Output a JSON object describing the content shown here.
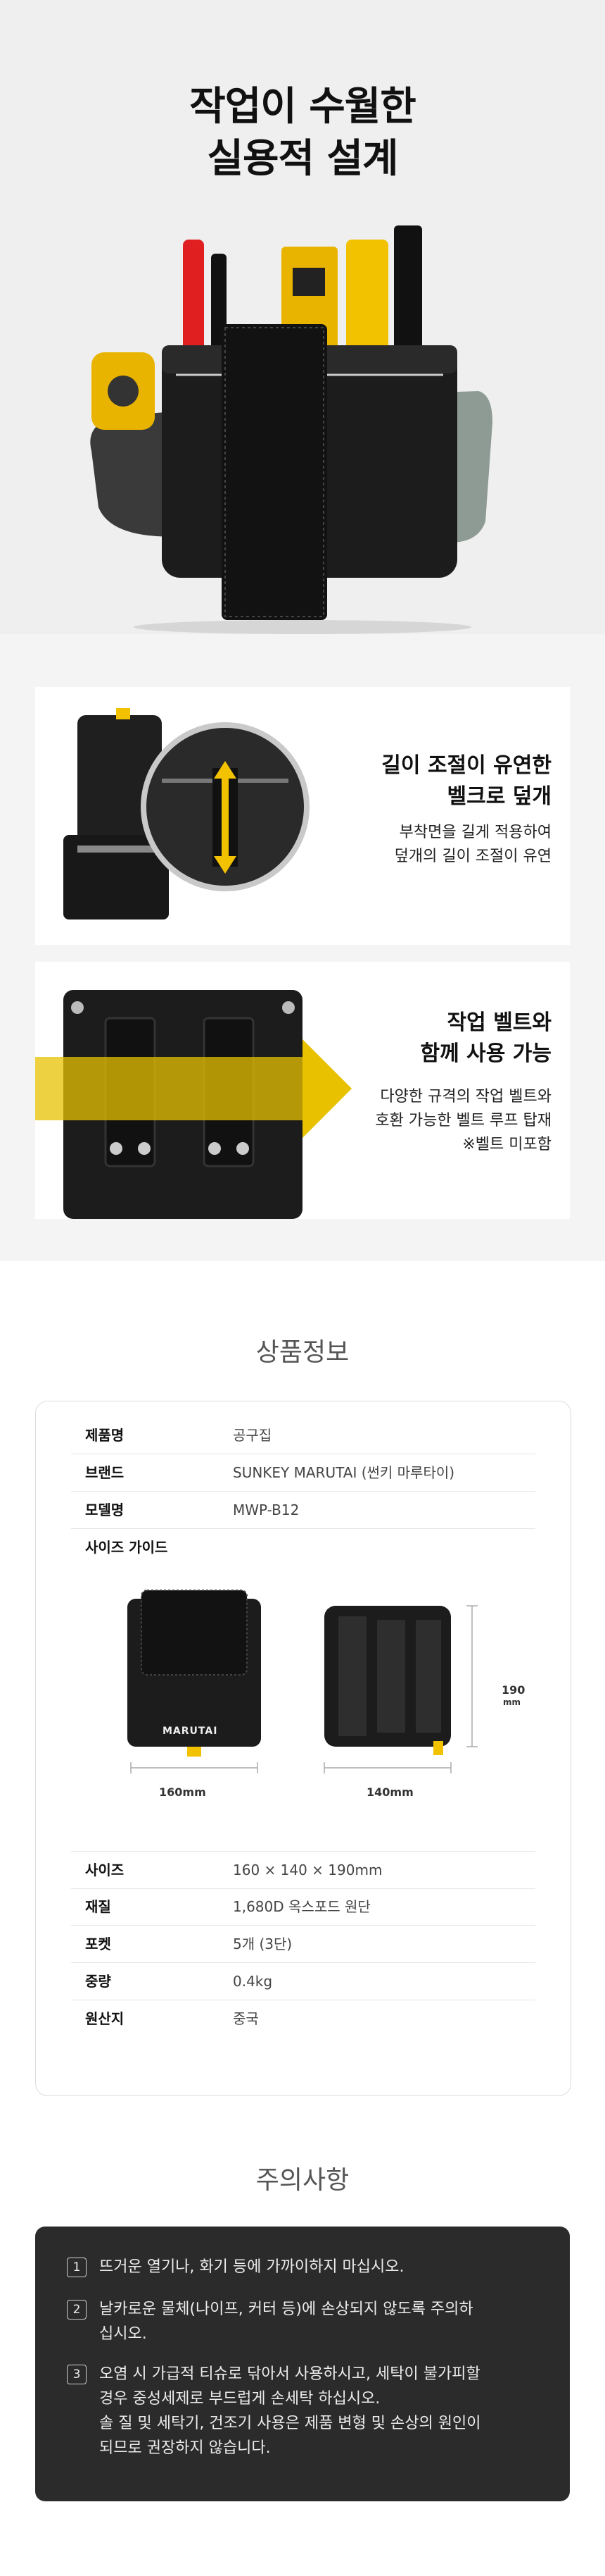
{
  "hero": {
    "title_line1": "작업이 수월한",
    "title_line2": "실용적 설계"
  },
  "features": [
    {
      "title_line1": "길이 조절이 유연한",
      "title_line2": "벨크로 덮개",
      "desc_line1": "부착면을 길게 적용하여",
      "desc_line2": "덮개의 길이 조절이 유연"
    },
    {
      "title_line1": "작업 벨트와",
      "title_line2": "함께 사용 가능",
      "desc_line1": "다양한 규격의 작업 벨트와",
      "desc_line2": "호환 가능한 벨트 루프 탑재",
      "desc_line3": "※벨트 미포함"
    }
  ],
  "product_info": {
    "title": "상품정보",
    "rows_top": [
      {
        "label": "제품명",
        "value": "공구집"
      },
      {
        "label": "브랜드",
        "value": "SUNKEY MARUTAI (썬키 마루타이)"
      },
      {
        "label": "모델명",
        "value": "MWP-B12"
      }
    ],
    "size_guide_label": "사이즈 가이드",
    "size_guide": {
      "brand_label": "MARUTAI",
      "width": "160mm",
      "depth": "140mm",
      "height_value": "190",
      "height_unit": "mm"
    },
    "rows_bottom": [
      {
        "label": "사이즈",
        "value": "160 × 140 × 190mm"
      },
      {
        "label": "재질",
        "value": "1,680D 옥스포드 원단"
      },
      {
        "label": "포켓",
        "value": "5개 (3단)"
      },
      {
        "label": "중량",
        "value": "0.4kg"
      },
      {
        "label": "원산지",
        "value": "중국"
      }
    ]
  },
  "caution": {
    "title": "주의사항",
    "items": [
      {
        "num": "1",
        "line1": "뜨거운 열기나, 화기 등에 가까이하지 마십시오."
      },
      {
        "num": "2",
        "line1": "날카로운 물체(나이프, 커터 등)에 손상되지 않도록 주의하",
        "line2": "십시오."
      },
      {
        "num": "3",
        "line1": "오염 시 가급적 티슈로 닦아서 사용하시고, 세탁이 불가피할",
        "line2": "경우 중성세제로 부드럽게 손세탁 하십시오.",
        "line3": "솔 질 및  세탁기, 건조기 사용은 제품 변형 및 손상의 원인이",
        "line4": "되므로 권장하지 않습니다."
      }
    ]
  },
  "colors": {
    "accent_yellow": "#f2c200",
    "pouch_black": "#1c1c1c",
    "caution_bg": "#2b2b2b"
  }
}
